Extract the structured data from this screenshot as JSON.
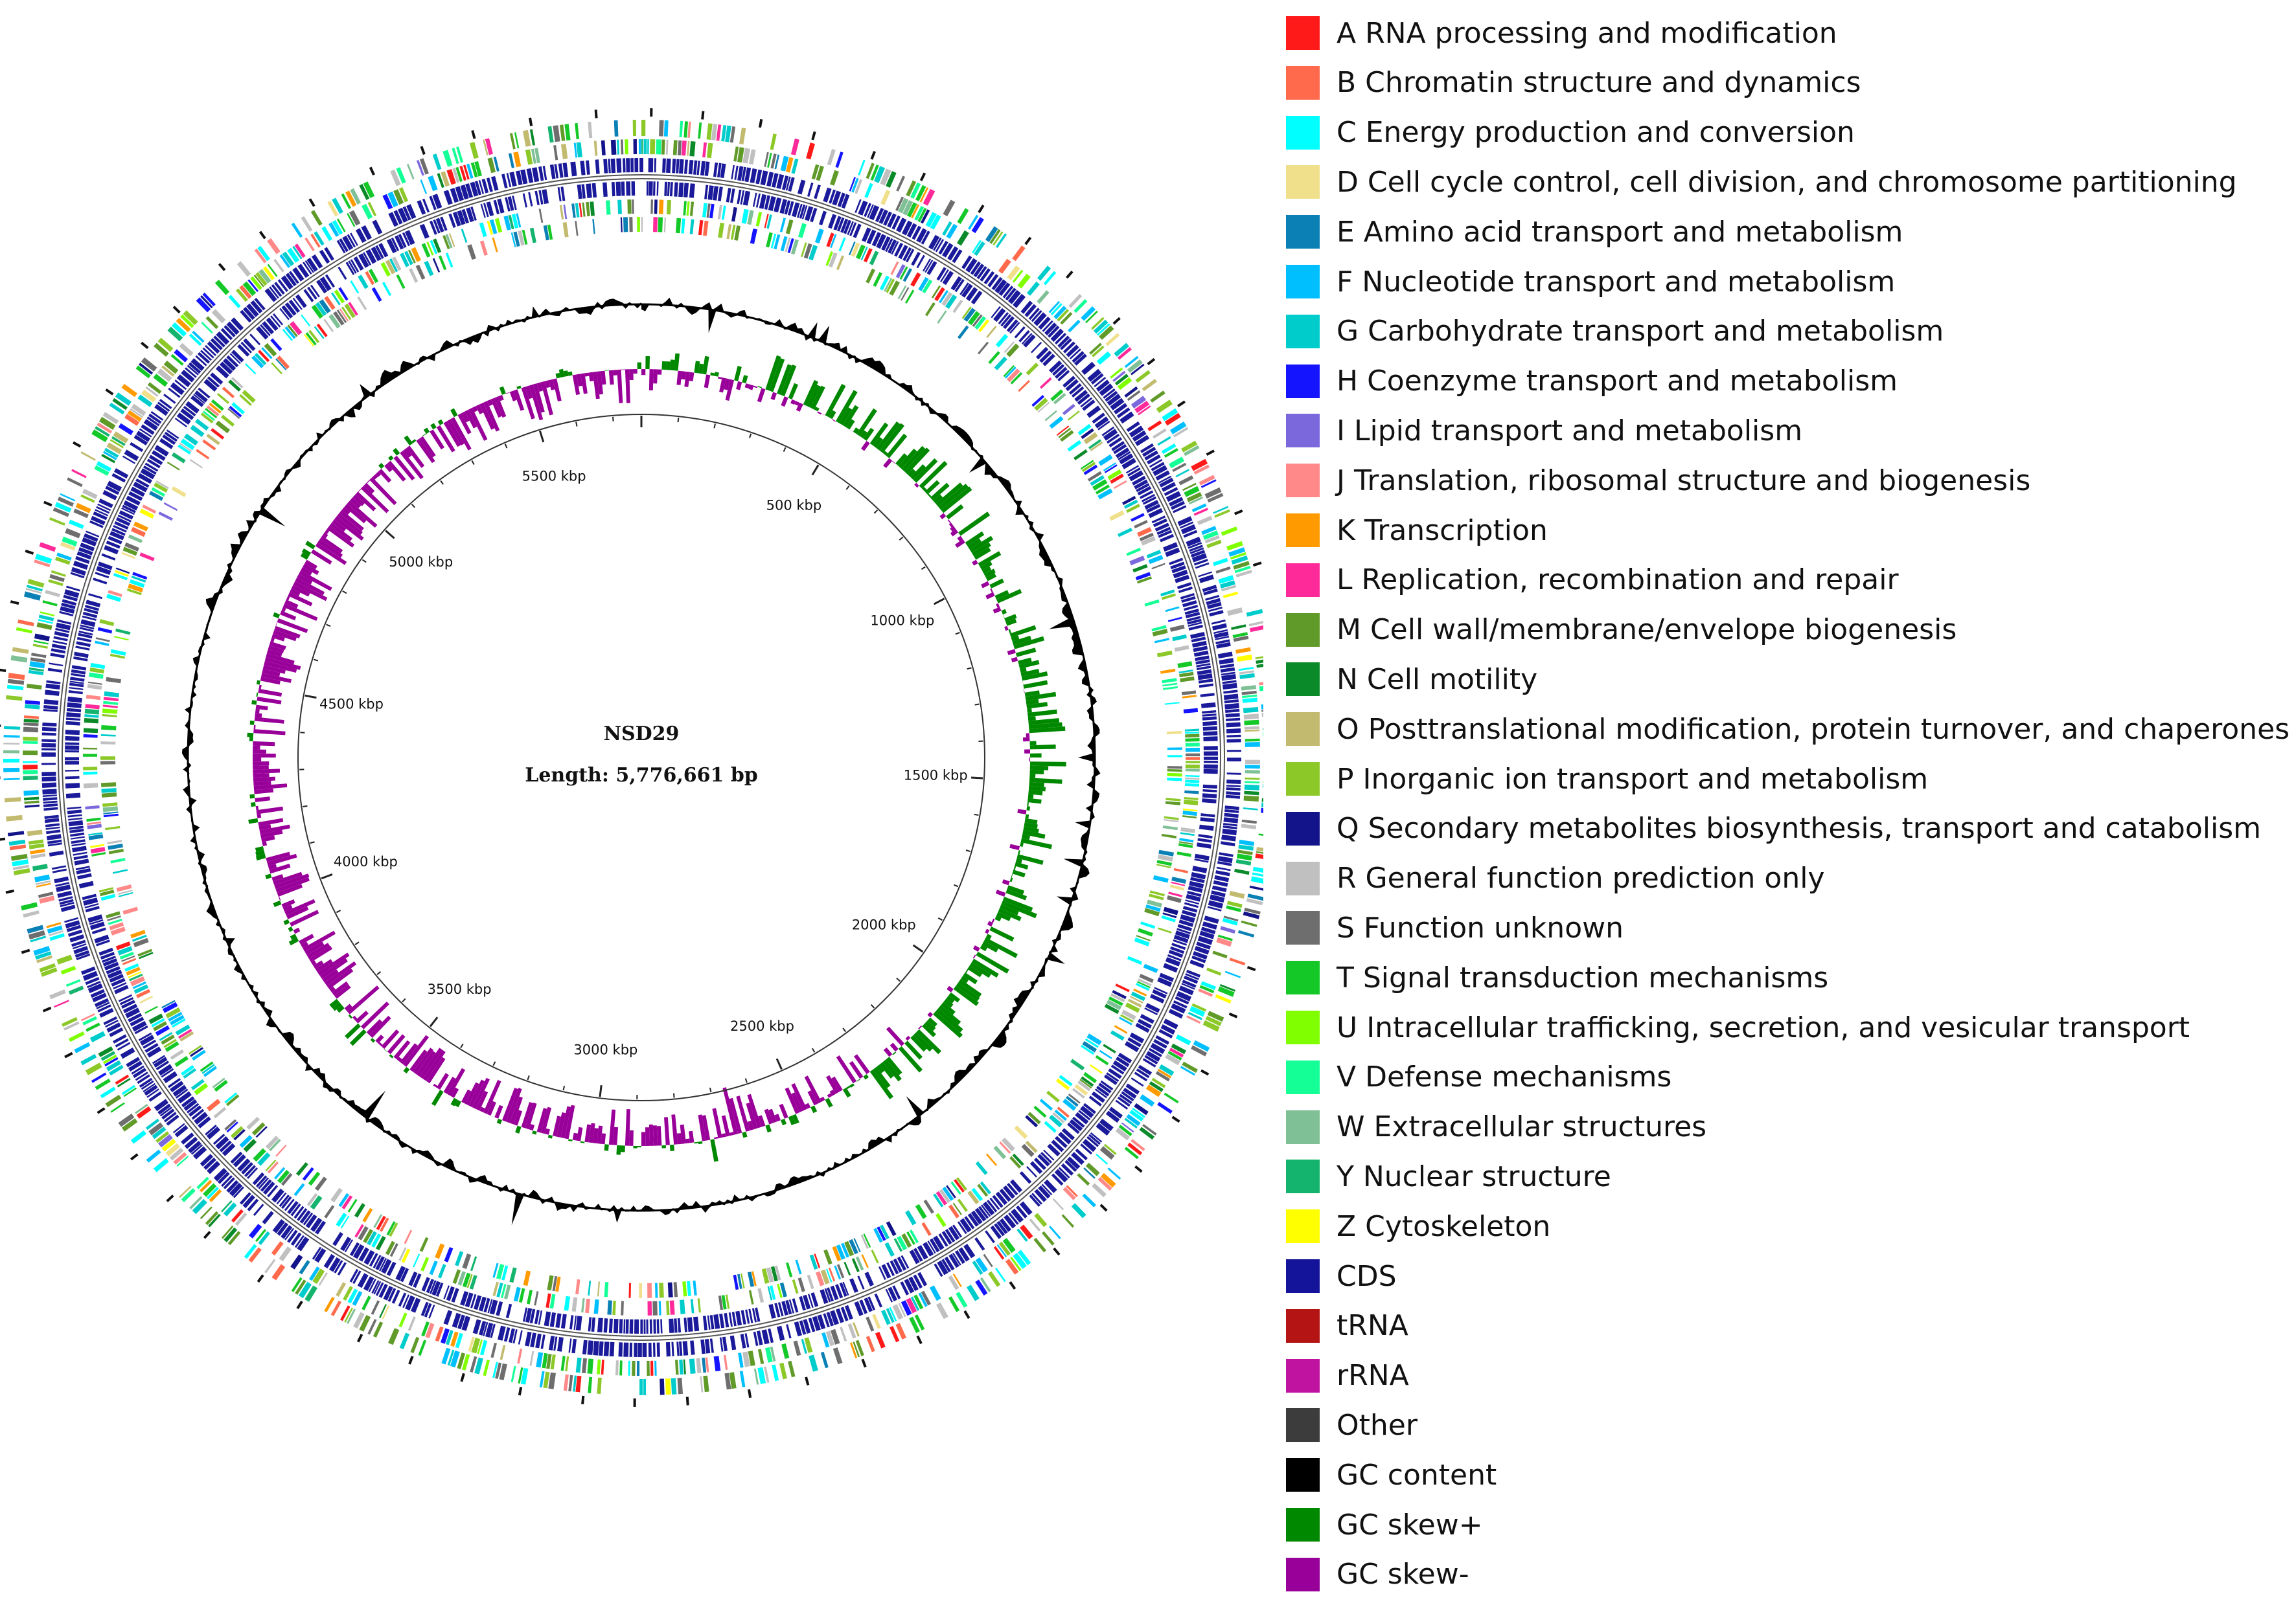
{
  "genome": {
    "name": "NSD29",
    "length_label": "Length: 5,776,661 bp",
    "length_bp": 5776661
  },
  "colors": {
    "cds": "#1a1a9a",
    "backbone": "#555555",
    "gc_content": "#000000",
    "gc_skew_pos": "#008800",
    "gc_skew_neg": "#990099"
  },
  "scale_ticks": [
    {
      "kbp": 500,
      "label": "500 kbp"
    },
    {
      "kbp": 1000,
      "label": "1000 kbp"
    },
    {
      "kbp": 1500,
      "label": "1500 kbp"
    },
    {
      "kbp": 2000,
      "label": "2000 kbp"
    },
    {
      "kbp": 2500,
      "label": "2500 kbp"
    },
    {
      "kbp": 3000,
      "label": "3000 kbp"
    },
    {
      "kbp": 3500,
      "label": "3500 kbp"
    },
    {
      "kbp": 4000,
      "label": "4000 kbp"
    },
    {
      "kbp": 4500,
      "label": "4500 kbp"
    },
    {
      "kbp": 5000,
      "label": "5000 kbp"
    },
    {
      "kbp": 5500,
      "label": "5500 kbp"
    }
  ],
  "legend": [
    {
      "label": "A RNA processing and modification",
      "color": "#ff1a1a"
    },
    {
      "label": "B Chromatin structure and dynamics",
      "color": "#ff6a4d"
    },
    {
      "label": "C Energy production and conversion",
      "color": "#00ffff"
    },
    {
      "label": "D Cell cycle control, cell division, and chromosome partitioning",
      "color": "#f0e08c"
    },
    {
      "label": "E Amino acid transport and metabolism",
      "color": "#0a80b4"
    },
    {
      "label": "F Nucleotide transport and metabolism",
      "color": "#00bfff"
    },
    {
      "label": "G Carbohydrate transport and metabolism",
      "color": "#00cccc"
    },
    {
      "label": "H Coenzyme transport and metabolism",
      "color": "#1414ff"
    },
    {
      "label": "I Lipid transport and metabolism",
      "color": "#7b68dd"
    },
    {
      "label": "J Translation, ribosomal structure and biogenesis",
      "color": "#ff8888"
    },
    {
      "label": "K Transcription",
      "color": "#ff9a00"
    },
    {
      "label": "L Replication, recombination and repair",
      "color": "#ff2a9a"
    },
    {
      "label": "M Cell wall/membrane/envelope biogenesis",
      "color": "#609a28"
    },
    {
      "label": "N Cell motility",
      "color": "#0a8a28"
    },
    {
      "label": "O Posttranslational modification, protein turnover, and chaperones",
      "color": "#c2ba6e"
    },
    {
      "label": "P Inorganic ion transport and metabolism",
      "color": "#8cc828"
    },
    {
      "label": "Q Secondary metabolites biosynthesis, transport and catabolism",
      "color": "#14148a"
    },
    {
      "label": "R General function prediction only",
      "color": "#c0c0c0"
    },
    {
      "label": "S Function unknown",
      "color": "#6e6e6e"
    },
    {
      "label": "T Signal transduction mechanisms",
      "color": "#14c828"
    },
    {
      "label": "U Intracellular trafficking, secretion, and vesicular transport",
      "color": "#80ff00"
    },
    {
      "label": "V Defense mechanisms",
      "color": "#14ff96"
    },
    {
      "label": "W Extracellular structures",
      "color": "#80c096"
    },
    {
      "label": "Y Nuclear structure",
      "color": "#14b46e"
    },
    {
      "label": "Z Cytoskeleton",
      "color": "#ffff00"
    },
    {
      "label": "CDS",
      "color": "#14149a"
    },
    {
      "label": "tRNA",
      "color": "#b41414"
    },
    {
      "label": "rRNA",
      "color": "#c014a0"
    },
    {
      "label": "Other",
      "color": "#3c3c3c"
    },
    {
      "label": "GC content",
      "color": "#000000"
    },
    {
      "label": "GC skew+",
      "color": "#008800"
    },
    {
      "label": "GC skew-",
      "color": "#990099"
    }
  ]
}
